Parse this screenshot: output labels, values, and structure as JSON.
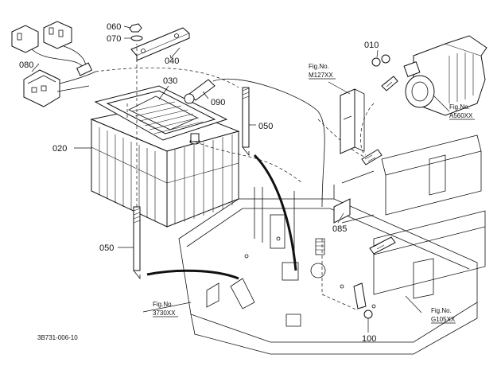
{
  "callouts": {
    "c060": "060",
    "c070": "070",
    "c040": "040",
    "c080": "080",
    "c030": "030",
    "c090": "090",
    "c020": "020",
    "c050a": "050",
    "c050b": "050",
    "c010": "010",
    "c085": "085",
    "c100": "100"
  },
  "fig_refs": {
    "m127": {
      "line1": "Fig.No.",
      "line2": "M127XX"
    },
    "a560": {
      "line1": "Fig.No.",
      "line2": "A560XX"
    },
    "f3730": {
      "line1": "Fig.No.",
      "line2": "3730XX"
    },
    "g105": {
      "line1": "Fig.No.",
      "line2": "G105XX"
    }
  },
  "drawing_code": "3B731-006-10"
}
